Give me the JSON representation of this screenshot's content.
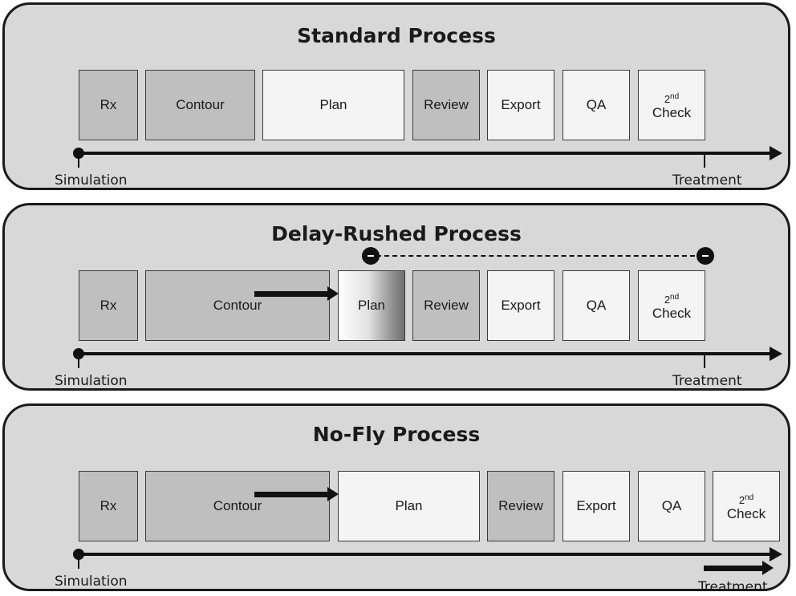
{
  "panels": [
    {
      "title": "Standard Process",
      "steps": [
        "Rx",
        "Contour",
        "Plan",
        "Review",
        "Export",
        "QA"
      ],
      "check": {
        "sup_base": "2",
        "sup": "nd",
        "word": "Check"
      },
      "start": "Simulation",
      "end": "Treatment"
    },
    {
      "title": "Delay-Rushed Process",
      "steps": [
        "Rx",
        "Contour",
        "Plan",
        "Review",
        "Export",
        "QA"
      ],
      "check": {
        "sup_base": "2",
        "sup": "nd",
        "word": "Check"
      },
      "start": "Simulation",
      "end": "Treatment"
    },
    {
      "title": "No-Fly Process",
      "steps": [
        "Rx",
        "Contour",
        "Plan",
        "Review",
        "Export",
        "QA"
      ],
      "check": {
        "sup_base": "2",
        "sup": "nd",
        "word": "Check"
      },
      "start": "Simulation",
      "end": "Treatment"
    }
  ]
}
